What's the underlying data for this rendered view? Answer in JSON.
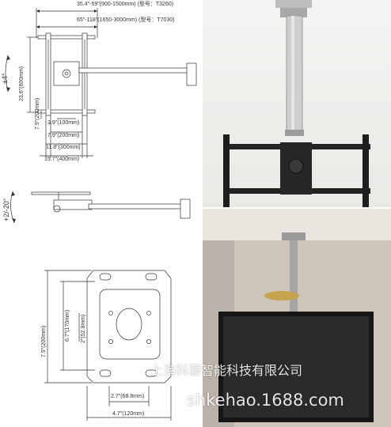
{
  "drawing": {
    "top_spec_1": "35.4\"-59\"(900-1500mm) (型号：T3260)",
    "top_spec_2": "65\"-118\"(1650-3000mm) (型号：T7030)",
    "left_height": "23.6\"(600mm)",
    "left_inner": "7.9\"(200mm)",
    "tilt_top": "±4°",
    "w_100": "3.9\"(100mm)",
    "w_200": "7.9\"(200mm)",
    "w_300": "11.8\"(300mm)",
    "w_400": "15.7\"(400mm)",
    "tilt_side": "+2/-20°",
    "plate_height": "7.9\"(200mm)",
    "plate_inner_h": "6.7\"(170mm)",
    "plate_hole_h": "2\"(52.8mm)",
    "plate_hole_w": "2.7\"(68.8mm)",
    "plate_width": "4.7\"(120mm)"
  },
  "watermark": {
    "company": "上海科灏智能科技有限公司",
    "site": "shkehao.1688.com"
  },
  "colors": {
    "line": "#333333",
    "bracket": "#2a2a2a",
    "pole_silver": "#c9c9c9"
  }
}
